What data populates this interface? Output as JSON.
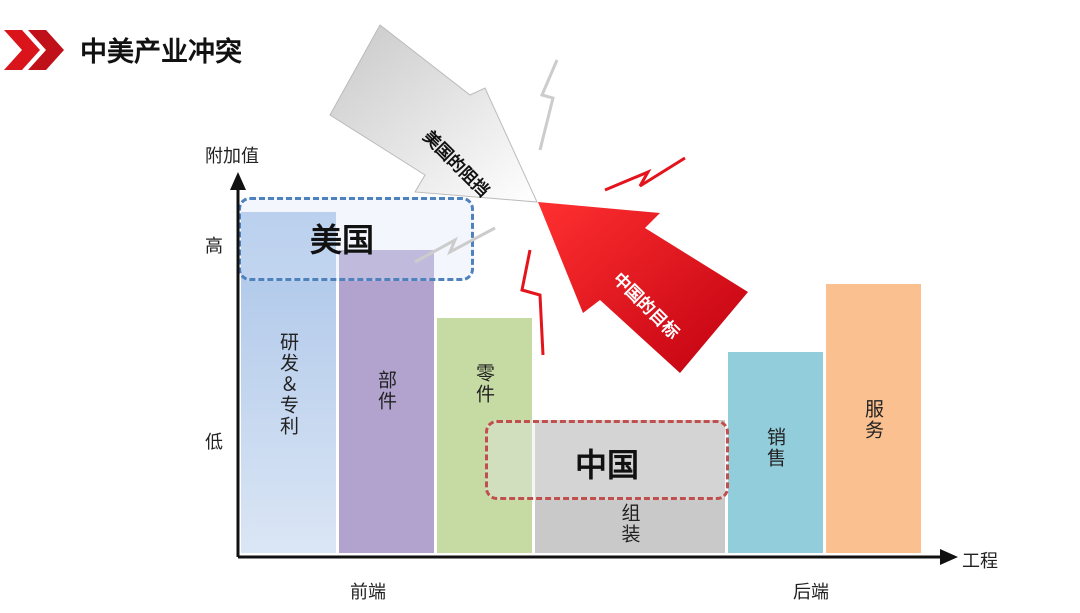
{
  "header": {
    "title": "中美产业冲突",
    "logo_icon": "double-chevron-icon",
    "accent": "#d9141b"
  },
  "axes": {
    "y_label": "附加值",
    "y_high": "高",
    "y_low": "低",
    "x_label": "工程",
    "x_front": "前端",
    "x_back": "后端"
  },
  "stages": [
    {
      "label": "研发＆专利",
      "color": "#a9c4e8"
    },
    {
      "label": "部件",
      "color": "#b1a3cd"
    },
    {
      "label": "零件",
      "color": "#c5dba3"
    },
    {
      "label": "组装",
      "color": "#c9c9c9"
    },
    {
      "label": "销售",
      "color": "#92cddc"
    },
    {
      "label": "服务",
      "color": "#fac08f"
    }
  ],
  "regions": {
    "usa": {
      "label": "美国",
      "color": "#4f81bd"
    },
    "china": {
      "label": "中国",
      "color": "#c0504d"
    }
  },
  "arrows": {
    "usa": {
      "label": "美国的阻挡",
      "color": "#d9d9d9"
    },
    "china": {
      "label": "中国的目标",
      "color": "#e3141b"
    }
  }
}
